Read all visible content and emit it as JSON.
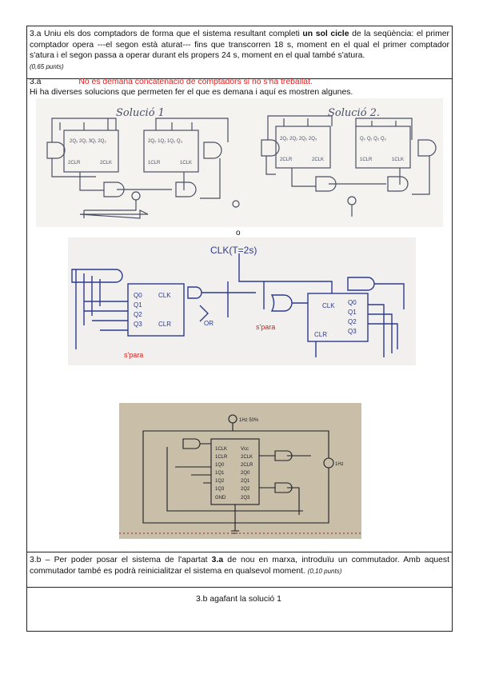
{
  "question_a": {
    "prefix": "3.a Uniu els dos comptadors de forma que el sistema resultant completi ",
    "bold": "un sol cicle",
    "suffix": " de la seqüència: el primer comptador opera ---el segon està aturat--- fins que transcorren 18 s, moment en el qual el primer comptador s'atura i el segon passa a operar durant els propers 24 s, moment en el qual també s'atura.",
    "points": "(0,65 punts)"
  },
  "answer_a": {
    "label": "3.a",
    "note": "No es demana concatenació de comptadors si no s'ha treballat.",
    "intro": "Hi ha diverses solucions que permeten fer el que es demana i aquí es mostren algunes."
  },
  "figure1": {
    "solution1_label": "Solució 1",
    "solution2_label": "Solució 2."
  },
  "separator_o": "o",
  "figure2": {
    "clk_label": "CLK(T=2s)",
    "pins_left": [
      "Q0",
      "Q1",
      "Q2",
      "Q3"
    ],
    "pins_right": [
      "Q0",
      "Q1",
      "Q2",
      "Q3"
    ],
    "clk": "CLK",
    "clr": "CLR",
    "gate_label": "OR",
    "red_note1": "s'para",
    "red_note2": "s'para"
  },
  "figure3": {
    "top_label": "1Hz 50%",
    "right_label": "1Hz",
    "left_pins": [
      "1CLK",
      "1CLR",
      "1Q0",
      "1Q1",
      "1Q2",
      "1Q3",
      "GND"
    ],
    "right_pins": [
      "Vcc",
      "2CLK",
      "2CLR",
      "2Q0",
      "2Q1",
      "2Q2",
      "2Q3"
    ]
  },
  "question_b": {
    "prefix": "3.b – Per poder posar el sistema de l'apartat ",
    "bold": "3.a",
    "suffix": " de nou en marxa, introduïu un commutador. Amb aquest commutador també es podrà reinicialitzar el sistema en qualsevol moment.",
    "points": "(0,10 punts)"
  },
  "answer_b": "3.b agafant la solució 1"
}
